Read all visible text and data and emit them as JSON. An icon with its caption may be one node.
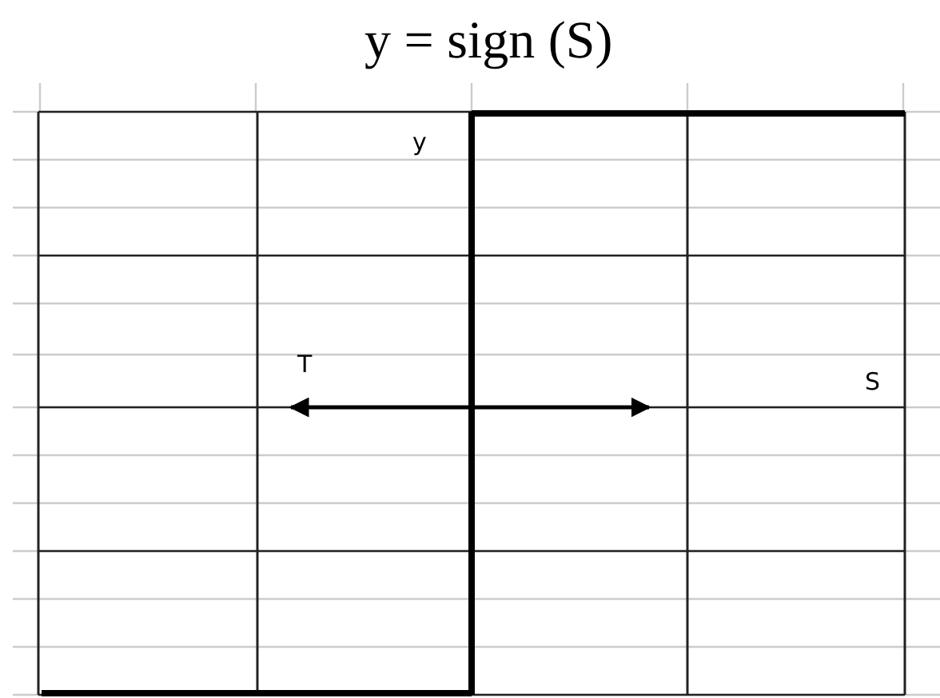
{
  "diagram": {
    "title": "y = sign (S)",
    "labels": [
      "y",
      "T",
      "S"
    ]
  }
}
